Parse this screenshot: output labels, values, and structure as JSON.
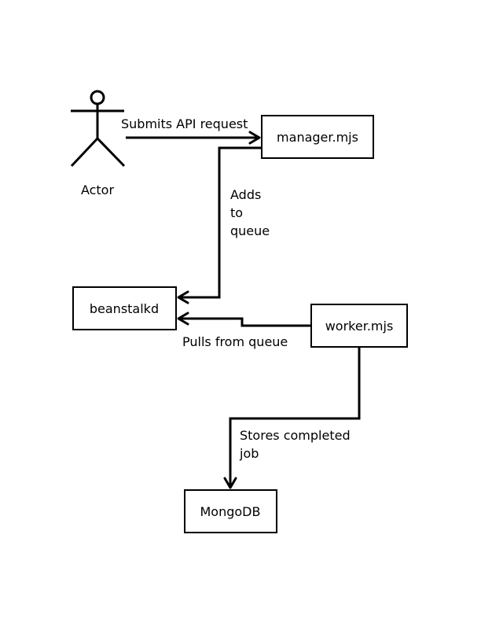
{
  "actor": {
    "label": "Actor"
  },
  "nodes": {
    "manager": "manager.mjs",
    "beanstalkd": "beanstalkd",
    "worker": "worker.mjs",
    "mongodb": "MongoDB"
  },
  "edges": {
    "submit": "Submits API request",
    "adds": [
      "Adds",
      "to",
      "queue"
    ],
    "pulls": "Pulls from queue",
    "stores": [
      "Stores completed",
      "job"
    ]
  },
  "colors": {
    "line": "#000000",
    "background": "#ffffff"
  }
}
